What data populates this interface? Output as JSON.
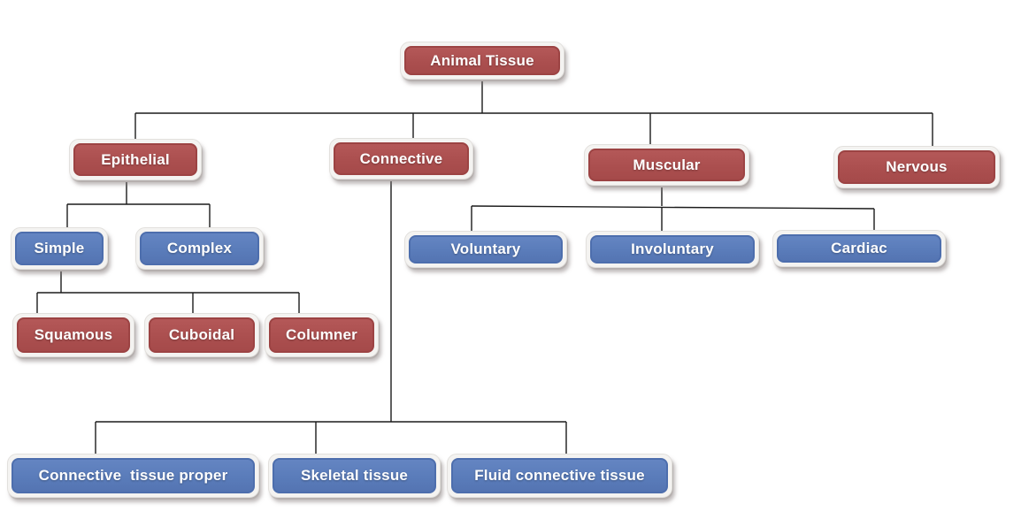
{
  "diagram": {
    "type": "tree",
    "colors": {
      "level_red": "#AB4F4F",
      "level_blue": "#5A7CBA",
      "connector": "#1B1B1B",
      "box_rim": "#F4F3F1",
      "text": "#FFFFFF"
    },
    "nodes": [
      {
        "id": "animal-tissue",
        "label": "Animal Tissue",
        "color": "red",
        "parent": null
      },
      {
        "id": "epithelial",
        "label": "Epithelial",
        "color": "red",
        "parent": "animal-tissue"
      },
      {
        "id": "connective",
        "label": "Connective",
        "color": "red",
        "parent": "animal-tissue"
      },
      {
        "id": "muscular",
        "label": "Muscular",
        "color": "red",
        "parent": "animal-tissue"
      },
      {
        "id": "nervous",
        "label": "Nervous",
        "color": "red",
        "parent": "animal-tissue"
      },
      {
        "id": "simple",
        "label": "Simple",
        "color": "blue",
        "parent": "epithelial"
      },
      {
        "id": "complex",
        "label": "Complex",
        "color": "blue",
        "parent": "epithelial"
      },
      {
        "id": "squamous",
        "label": "Squamous",
        "color": "red",
        "parent": "simple"
      },
      {
        "id": "cuboidal",
        "label": "Cuboidal",
        "color": "red",
        "parent": "simple"
      },
      {
        "id": "columner",
        "label": "Columner",
        "color": "red",
        "parent": "simple"
      },
      {
        "id": "voluntary",
        "label": "Voluntary",
        "color": "blue",
        "parent": "muscular"
      },
      {
        "id": "involuntary",
        "label": "Involuntary",
        "color": "blue",
        "parent": "muscular"
      },
      {
        "id": "cardiac",
        "label": "Cardiac",
        "color": "blue",
        "parent": "muscular"
      },
      {
        "id": "connective-tissue-proper",
        "label": "Connective  tissue proper",
        "color": "blue",
        "parent": "connective"
      },
      {
        "id": "skeletal-tissue",
        "label": "Skeletal tissue",
        "color": "blue",
        "parent": "connective"
      },
      {
        "id": "fluid-connective-tissue",
        "label": "Fluid connective tissue",
        "color": "blue",
        "parent": "connective"
      }
    ]
  }
}
